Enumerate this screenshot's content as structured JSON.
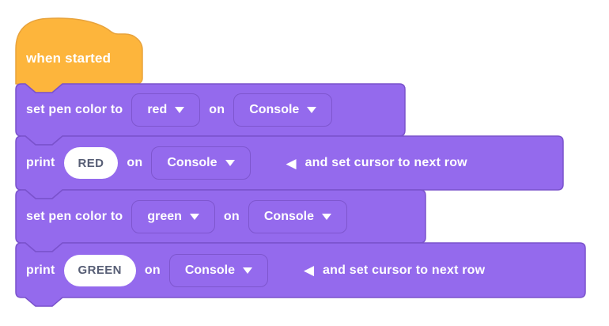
{
  "colors": {
    "page_bg": "#ffffff",
    "hat_fill": "#FDB53C",
    "hat_stroke": "#E8A33C",
    "block_fill": "#946AED",
    "block_stroke": "#7A52CC",
    "dropdown_stroke": "#7E56CE",
    "label_text": "#ffffff",
    "input_fill": "#ffffff",
    "input_text": "#575E75"
  },
  "icons": {
    "dropdown_caret": "caret-down",
    "collapse_arrow": "◀"
  },
  "blocks": {
    "hat": {
      "label": "when started"
    },
    "set_pen_red": {
      "label_1": "set pen color to",
      "color_value": "red",
      "label_2": "on",
      "device_value": "Console"
    },
    "print_red": {
      "label_1": "print",
      "text_value": "RED",
      "label_2": "on",
      "device_value": "Console",
      "label_3": "and set cursor to next row"
    },
    "set_pen_green": {
      "label_1": "set pen color to",
      "color_value": "green",
      "label_2": "on",
      "device_value": "Console"
    },
    "print_green": {
      "label_1": "print",
      "text_value": "GREEN",
      "label_2": "on",
      "device_value": "Console",
      "label_3": "and set cursor to next row"
    }
  }
}
